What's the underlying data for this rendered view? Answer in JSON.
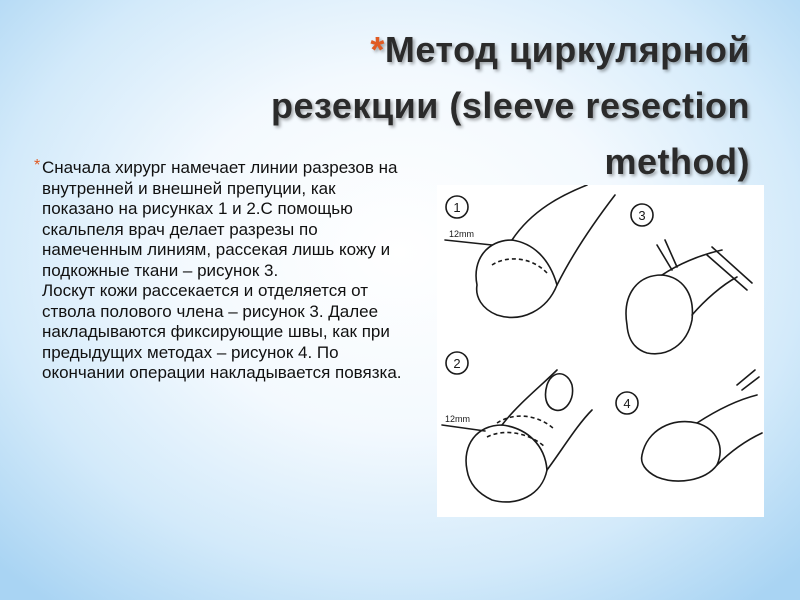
{
  "slide": {
    "bullet_symbol": "*",
    "title_line1": "Метод циркулярной",
    "title_line2": "резекции (sleeve resection",
    "title_line3": "method)",
    "paragraph1": "Сначала хирург намечает линии разрезов на внутренней и внешней препуции, как показано на рисунках 1 и 2.С помощью скальпеля врач делает разрезы по намеченным линиям, рассекая лишь кожу и подкожные ткани – рисунок 3.",
    "paragraph2": "Лоскут кожи рассекается и отделяется от ствола полового члена – рисунок 3.  Далее накладываются фиксирующие швы, как при предыдущих методах – рисунок 4. По окончании операции накладывается повязка.",
    "accent_color": "#e05a22"
  },
  "figure": {
    "panel_numbers": [
      "1",
      "2",
      "3",
      "4"
    ],
    "measure_label_1": "12mm",
    "measure_label_2": "12mm"
  }
}
